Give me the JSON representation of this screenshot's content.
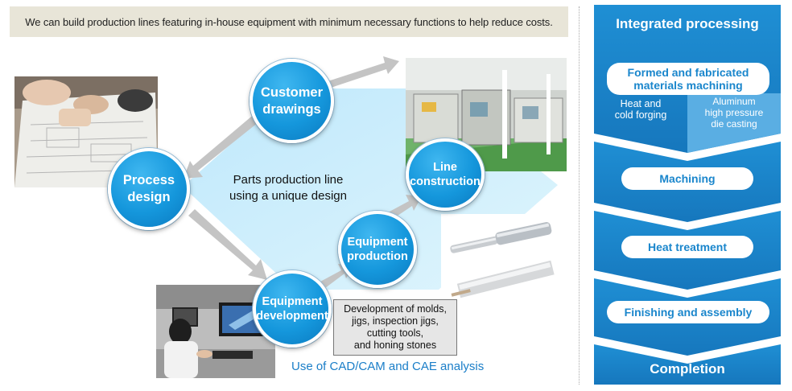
{
  "banner": {
    "text": "We can build production lines featuring in-house equipment with minimum necessary functions to help reduce costs."
  },
  "cycle": {
    "customer_drawings": [
      "Customer",
      "drawings"
    ],
    "process_design": [
      "Process",
      "design"
    ],
    "line_construction": [
      "Line",
      "construction"
    ],
    "equipment_production": [
      "Equipment",
      "production"
    ],
    "equipment_development": [
      "Equipment",
      "development"
    ],
    "center_text": [
      "Parts production line",
      "using a unique design"
    ]
  },
  "development_box": [
    "Development of molds,",
    "jigs, inspection jigs,",
    "cutting tools,",
    "and honing stones"
  ],
  "cad_caption": "Use of CAD/CAM and CAE analysis",
  "flow": {
    "title": "Integrated processing",
    "formed": [
      "Formed and fabricated",
      "materials machining"
    ],
    "sub_left": [
      "Heat and",
      "cold forging"
    ],
    "sub_right": [
      "Aluminum",
      "high pressure",
      "die casting"
    ],
    "steps": [
      "Machining",
      "Heat treatment",
      "Finishing and assembly"
    ],
    "completion": "Completion"
  },
  "colors": {
    "accent": "#1597dc",
    "diamond": "#c9ecfa",
    "flow_blue": "#1a86cc",
    "flow_light": "#5aaee3"
  }
}
